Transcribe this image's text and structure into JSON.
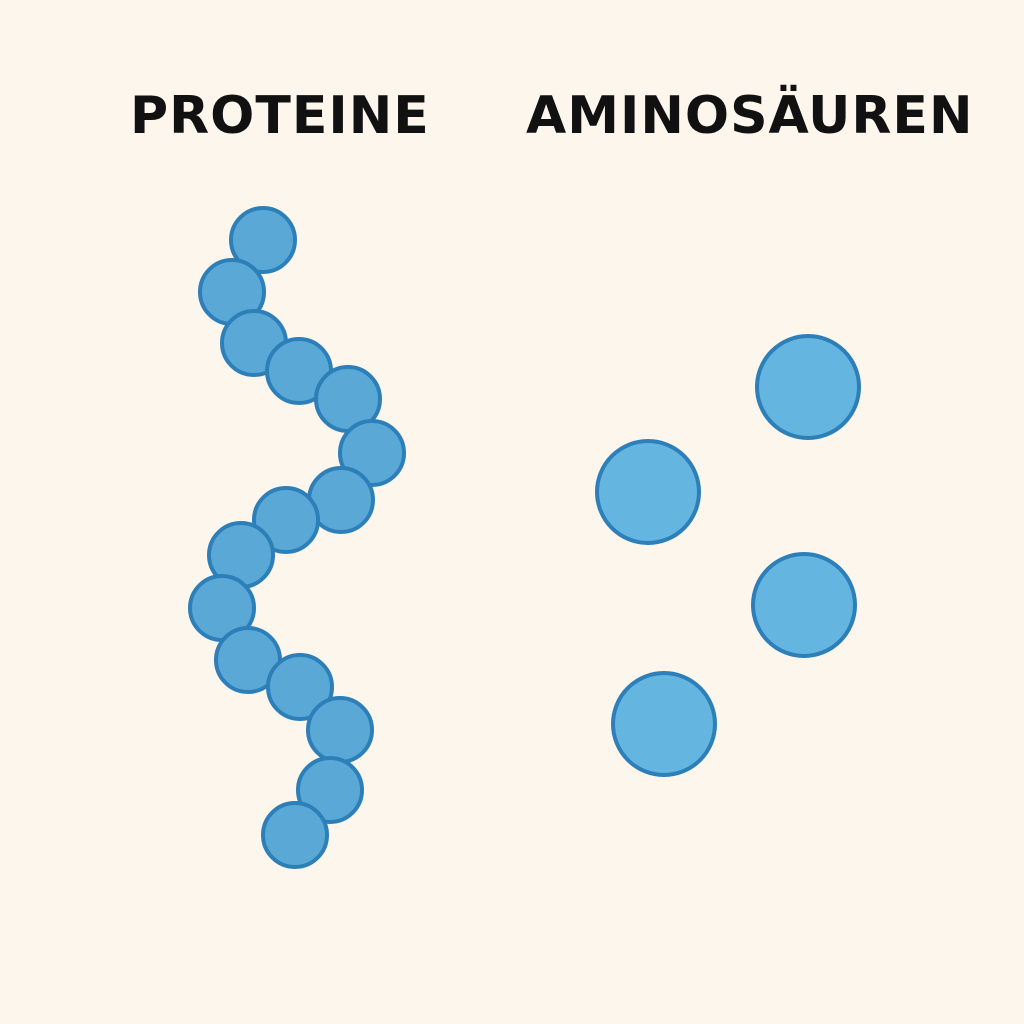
{
  "labels": {
    "left": "PROTEINE",
    "right": "AMINOSÄUREN"
  },
  "colors": {
    "background": "#fdf6ed",
    "text": "#111111",
    "chain_fill": "#5aa8d6",
    "chain_stroke": "#2d7fb9",
    "free_fill": "#64b5e0",
    "free_stroke": "#2d7fb9"
  },
  "icons": {
    "chain_bead": "circle",
    "free_amino_acid": "circle"
  }
}
